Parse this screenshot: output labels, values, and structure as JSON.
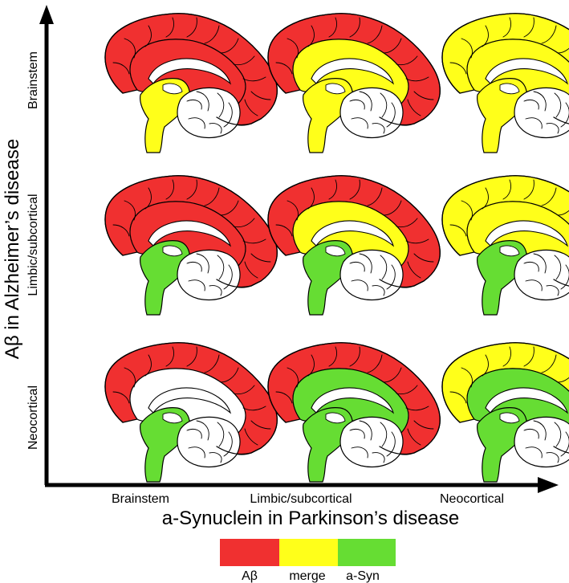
{
  "axes": {
    "y_title": "Aβ in Alzheimer’s disease",
    "x_title": "a-Synuclein in Parkinson’s disease",
    "row_labels": [
      "Brainstem",
      "Limbic/subcortical",
      "Neocortical"
    ],
    "col_labels": [
      "Brainstem",
      "Limbic/subcortical",
      "Neocortical"
    ]
  },
  "legend": {
    "items": [
      {
        "label": "Aβ",
        "color": "#f03030"
      },
      {
        "label": "merge",
        "color": "#ffff1a"
      },
      {
        "label": "a-Syn",
        "color": "#66dd33"
      }
    ]
  },
  "colors": {
    "abeta": "#f03030",
    "merge": "#ffff1a",
    "asyn": "#66dd33",
    "none": "#ffffff",
    "outline": "#000000"
  },
  "grid": [
    [
      {
        "cortex": "abeta",
        "limbic": "abeta",
        "brainstem": "merge"
      },
      {
        "cortex": "abeta",
        "limbic": "merge",
        "brainstem": "merge"
      },
      {
        "cortex": "merge",
        "limbic": "merge",
        "brainstem": "merge"
      }
    ],
    [
      {
        "cortex": "abeta",
        "limbic": "abeta",
        "brainstem": "asyn"
      },
      {
        "cortex": "abeta",
        "limbic": "merge",
        "brainstem": "asyn"
      },
      {
        "cortex": "merge",
        "limbic": "merge",
        "brainstem": "asyn"
      }
    ],
    [
      {
        "cortex": "abeta",
        "limbic": "none",
        "brainstem": "asyn"
      },
      {
        "cortex": "abeta",
        "limbic": "asyn",
        "brainstem": "asyn"
      },
      {
        "cortex": "merge",
        "limbic": "asyn",
        "brainstem": "asyn"
      }
    ]
  ]
}
